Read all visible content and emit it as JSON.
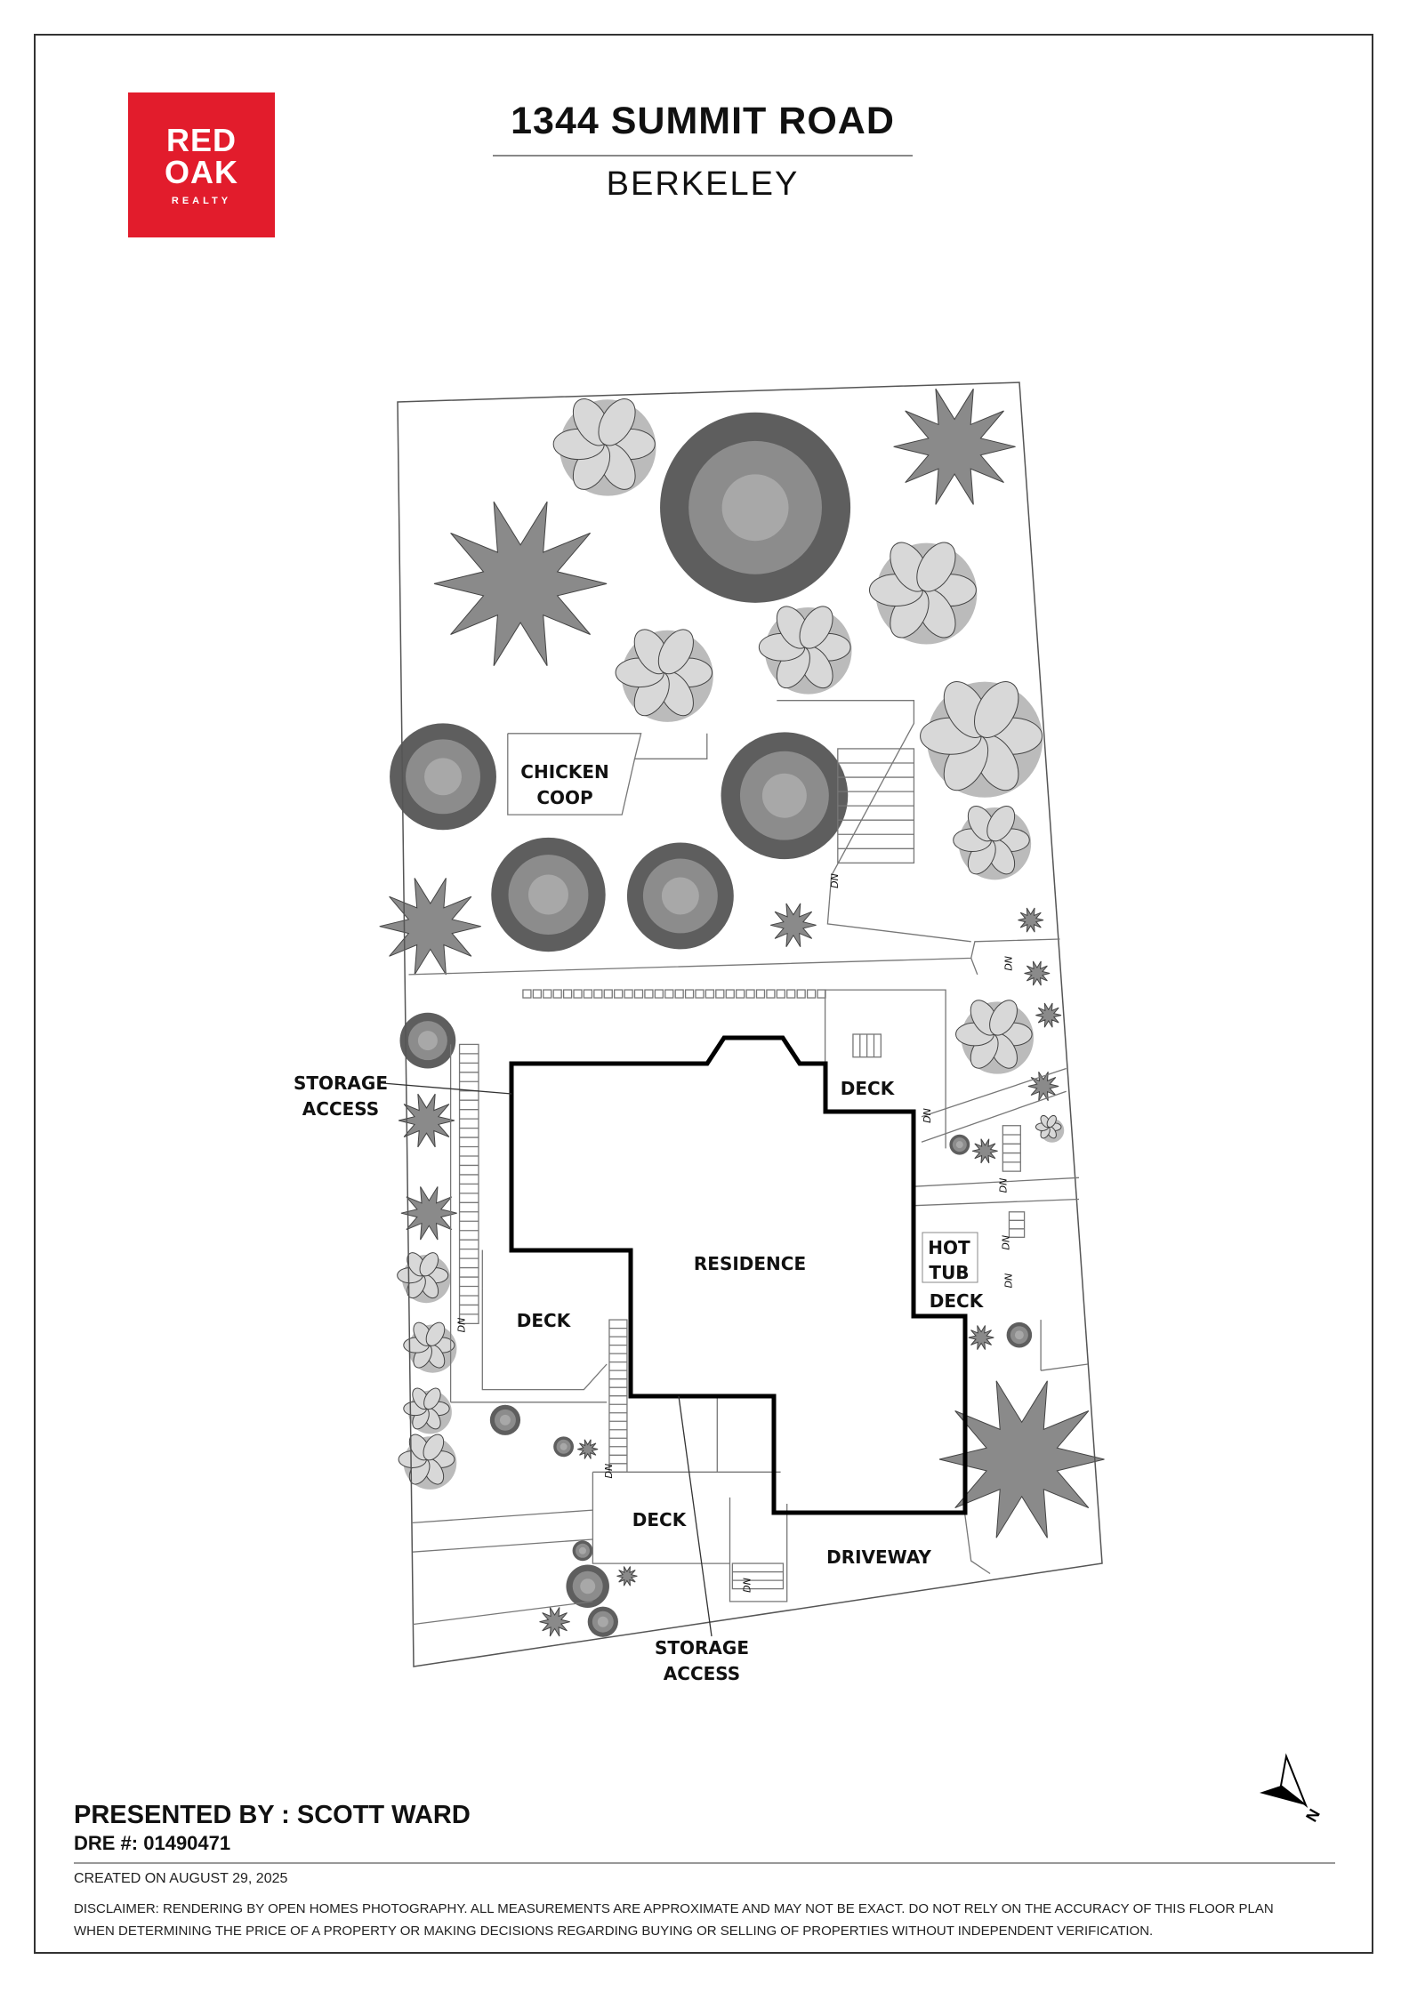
{
  "logo": {
    "line1": "RED",
    "line2": "OAK",
    "line3": "REALTY",
    "color": "#e21c2c"
  },
  "header": {
    "address": "1344 SUMMIT ROAD",
    "city": "BERKELEY"
  },
  "plan": {
    "labels": {
      "chicken_coop_1": "CHICKEN",
      "chicken_coop_2": "COOP",
      "storage_access_left_1": "STORAGE",
      "storage_access_left_2": "ACCESS",
      "deck_top": "DECK",
      "residence": "RESIDENCE",
      "deck_left": "DECK",
      "hot_tub_1": "HOT",
      "hot_tub_2": "TUB",
      "hot_tub_deck": "DECK",
      "deck_bottom": "DECK",
      "driveway": "DRIVEWAY",
      "storage_access_bottom_1": "STORAGE",
      "storage_access_bottom_2": "ACCESS"
    },
    "stair_marker": "DN",
    "compass_letter": "N"
  },
  "footer": {
    "presented_by": "PRESENTED BY : SCOTT WARD",
    "dre": "DRE #: 01490471",
    "created": "CREATED ON AUGUST 29, 2025",
    "disclaimer_line1": "DISCLAIMER: RENDERING BY OPEN HOMES PHOTOGRAPHY. ALL MEASUREMENTS ARE APPROXIMATE AND MAY NOT BE EXACT. DO NOT RELY ON THE ACCURACY OF THIS FLOOR PLAN",
    "disclaimer_line2": "WHEN DETERMINING THE PRICE OF A PROPERTY OR MAKING DECISIONS REGARDING BUYING OR SELLING OF PROPERTIES WITHOUT INDEPENDENT VERIFICATION."
  }
}
